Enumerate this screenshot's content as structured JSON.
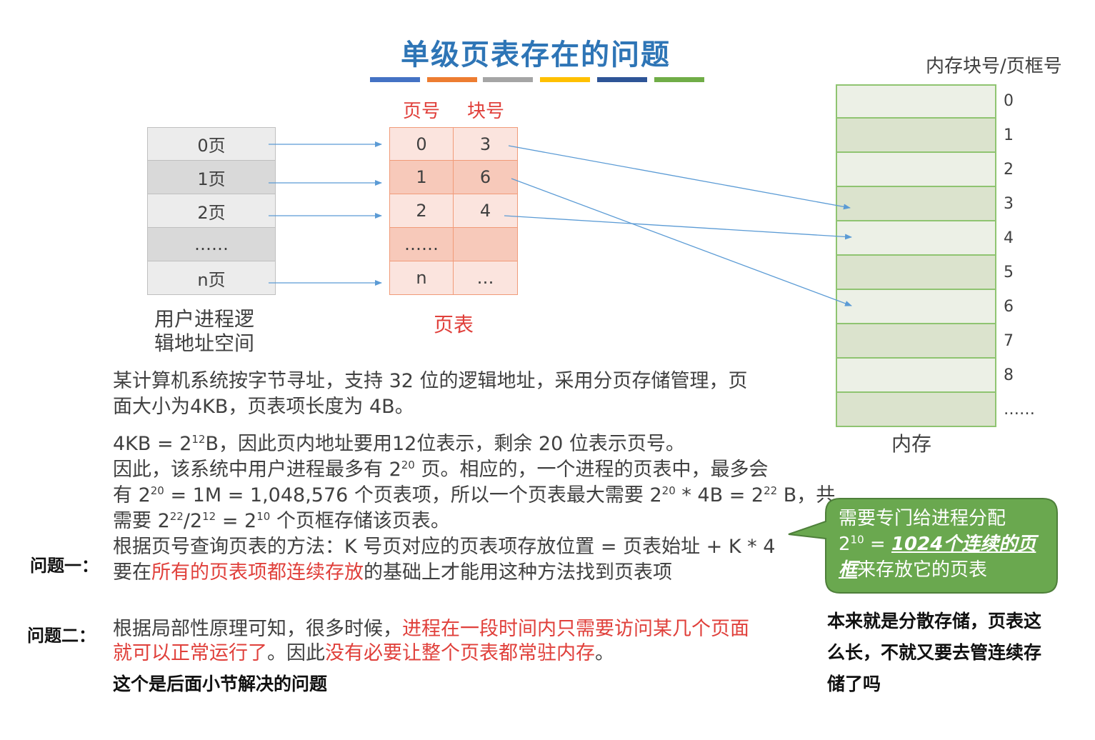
{
  "title": "单级页表存在的问题",
  "colors": {
    "title": "#2e75b6",
    "bar": [
      "#4472c4",
      "#ed7d31",
      "#a5a5a5",
      "#ffc000",
      "#2e5597",
      "#70ad47"
    ],
    "accent_red": "#e0403b",
    "memory_border": "#8fc471",
    "callout_fill": "#6aa84f"
  },
  "logical_space": {
    "rows": [
      "0页",
      "1页",
      "2页",
      "……",
      "n页"
    ],
    "label_line1": "用户进程逻",
    "label_line2": "辑地址空间"
  },
  "page_table": {
    "header_page": "页号",
    "header_block": "块号",
    "rows": [
      {
        "page": "0",
        "block": "3"
      },
      {
        "page": "1",
        "block": "6"
      },
      {
        "page": "2",
        "block": "4"
      },
      {
        "page": "……",
        "block": ""
      },
      {
        "page": "n",
        "block": "…"
      }
    ],
    "label": "页表"
  },
  "memory": {
    "header": "内存块号/页框号",
    "numbers": [
      "0",
      "1",
      "2",
      "3",
      "4",
      "5",
      "6",
      "7",
      "8",
      "……"
    ],
    "label": "内存"
  },
  "text": {
    "p1_line1": "某计算机系统按字节寻址，支持 32 位的逻辑地址，采用分页存储管理，页",
    "p1_line2": "面大小为4KB，页表项长度为 4B。",
    "p2_l1_a": "4KB = 2",
    "p2_l1_sup": "12",
    "p2_l1_b": "B，因此页内地址要用12位表示，剩余 20 位表示页号。",
    "p2_l2_a": "因此，该系统中用户进程最多有 2",
    "p2_l2_sup": "20",
    "p2_l2_b": " 页。相应的，一个进程的页表中，最多会",
    "p2_l3_a": "有 2",
    "p2_l3_sup1": "20",
    "p2_l3_b": " = 1M = 1,048,576 个页表项，所以一个页表最大需要  2",
    "p2_l3_sup2": "20",
    "p2_l3_c": " * 4B = 2",
    "p2_l3_sup3": "22",
    "p2_l3_d": " B，共",
    "p2_l4_a": "需要 2",
    "p2_l4_sup1": "22",
    "p2_l4_b": "/2",
    "p2_l4_sup2": "12",
    "p2_l4_c": " = 2",
    "p2_l4_sup3": "10",
    "p2_l4_d": " 个页框存储该页表。",
    "p2_l5": "根据页号查询页表的方法：K 号页对应的页表项存放位置 = 页表始址 + K * 4",
    "p2_l6_a": "要在",
    "p2_l6_red": "所有的页表项都连续存放",
    "p2_l6_b": "的基础上才能用这种方法找到页表项",
    "q1_label": "问题一：",
    "q2_label": "问题二：",
    "q2_l1_a": "根据局部性原理可知，很多时候，",
    "q2_l1_red": "进程在一段时间内只需要访问某几个页面",
    "q2_l2_red1": "就可以正常运行了",
    "q2_l2_b": "。因此",
    "q2_l2_red2": "没有必要让整个页表都常驻内存",
    "q2_l2_c": "。",
    "bottom_note": "这个是后面小节解决的问题"
  },
  "callout": {
    "line1": "需要专门给进程分配",
    "l2_a": "2",
    "l2_sup": "10",
    "l2_b": " = ",
    "l2_em": "1024个连续的页",
    "l3_em": "框",
    "l3_b": "来存放它的页表"
  },
  "side_note": {
    "line1": "本来就是分散存储，页表这",
    "line2": "么长，不就又要去管连续存",
    "line3": "储了吗"
  }
}
